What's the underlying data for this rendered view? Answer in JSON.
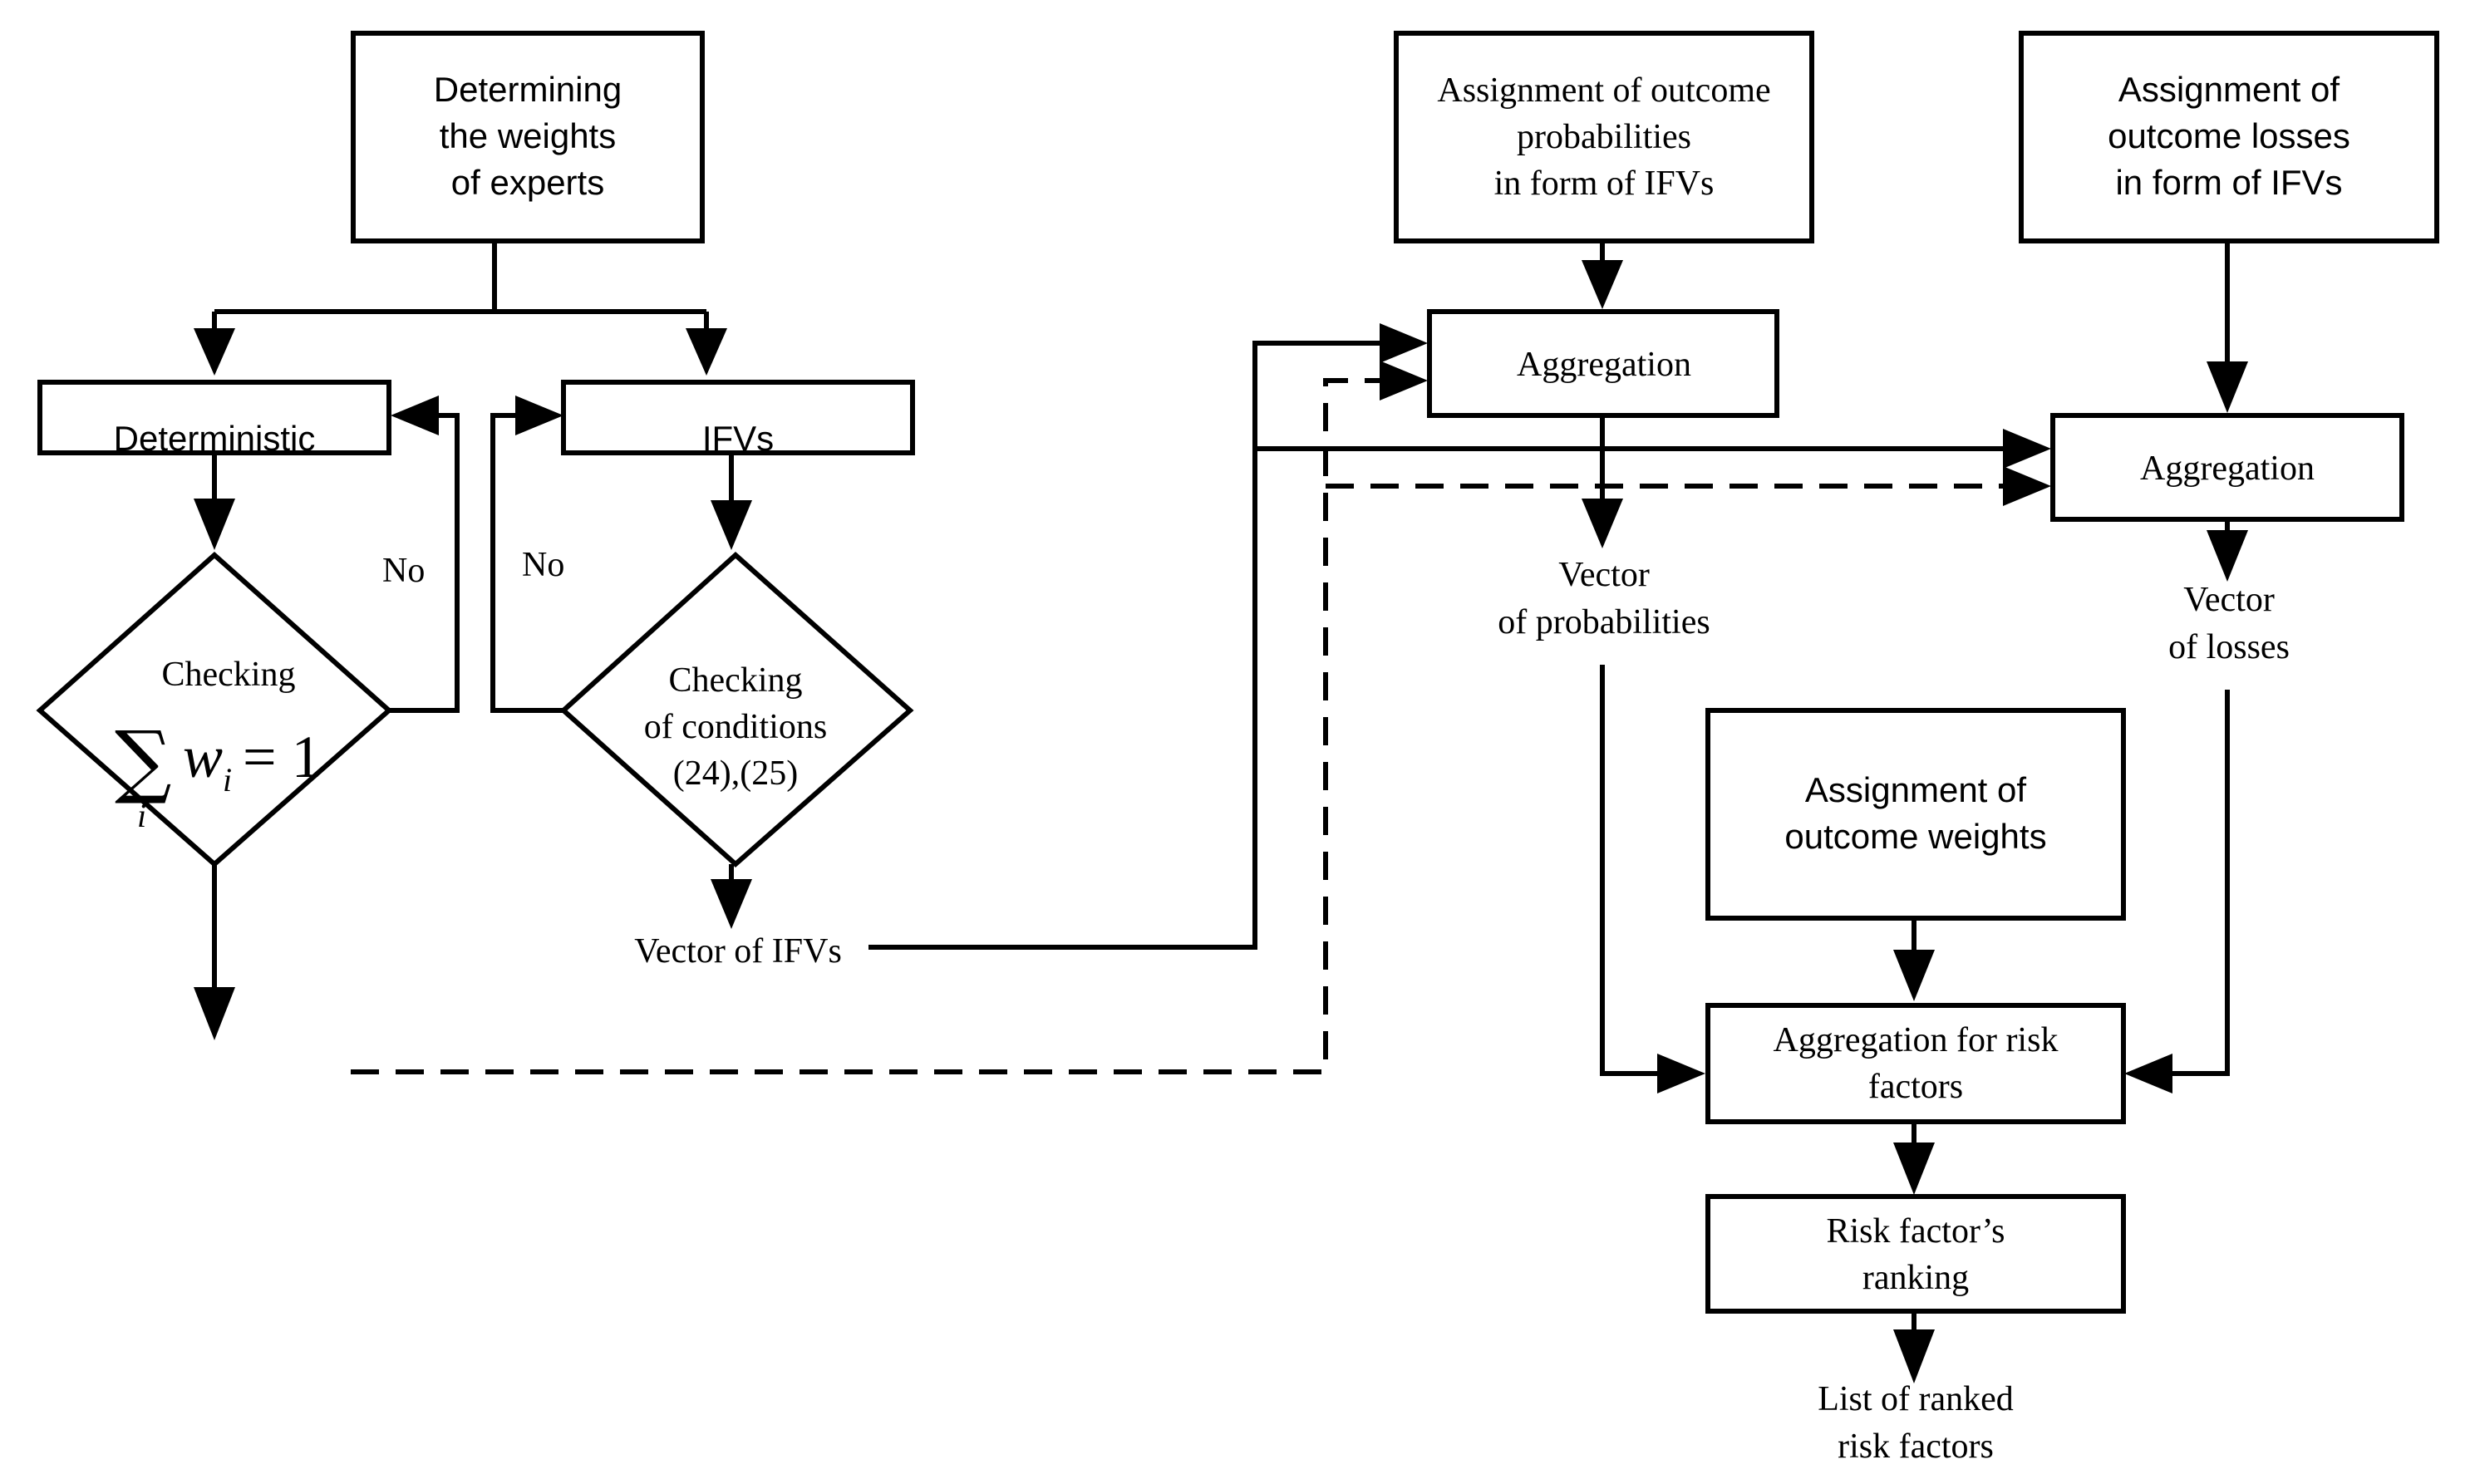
{
  "nodes": {
    "determining_weights": [
      "Determining",
      "the weights",
      "of experts"
    ],
    "deterministic": "Deterministic",
    "ifvs": "IFVs",
    "checking_sum": {
      "label": "Checking",
      "sum_symbol": "∑",
      "sum_index": "i",
      "var": "w",
      "var_sub": "i",
      "equals": "= 1"
    },
    "checking_conditions": [
      "Checking",
      "of conditions",
      "(24),(25)"
    ],
    "vector_of_ifvs": "Vector of IFVs",
    "assign_probabilities": [
      "Assignment of outcome",
      "probabilities",
      "in form of IFVs"
    ],
    "aggregation_prob": "Aggregation",
    "vector_of_probabilities": [
      "Vector",
      "of probabilities"
    ],
    "assign_losses": [
      "Assignment of",
      "outcome losses",
      "in form of IFVs"
    ],
    "aggregation_loss": "Aggregation",
    "vector_of_losses": [
      "Vector",
      "of losses"
    ],
    "assign_weights": [
      "Assignment of",
      "outcome weights"
    ],
    "aggregation_risk": [
      "Aggregation for risk",
      "factors"
    ],
    "risk_ranking": [
      "Risk factor’s",
      "ranking"
    ],
    "list_ranked": [
      "List of ranked",
      "risk factors"
    ]
  },
  "edge_labels": {
    "no_left": "No",
    "no_right": "No"
  }
}
